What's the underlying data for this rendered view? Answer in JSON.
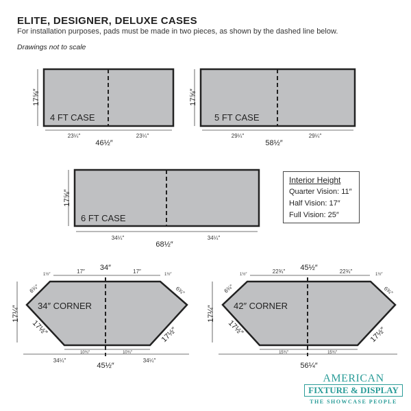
{
  "header": {
    "title": "ELITE, DESIGNER, DELUXE CASES",
    "subtitle": "For installation purposes, pads must be made in two pieces, as shown by the dashed line below.",
    "note": "Drawings not to scale"
  },
  "cases": [
    {
      "name": "4 FT CASE",
      "height": "17⅝″",
      "half": "23¼″",
      "total": "46½″"
    },
    {
      "name": "5 FT CASE",
      "height": "17⅝″",
      "half": "29¼″",
      "total": "58½″"
    },
    {
      "name": "6 FT CASE",
      "height": "17⅝″",
      "half": "34¼″",
      "total": "68½″"
    }
  ],
  "corners": [
    {
      "name": "34″ CORNER",
      "top_total": "34″",
      "top_half": "17″",
      "corner": "1½″",
      "side": "6¾″",
      "height": "17¼″",
      "diag": "17½″",
      "bottom_half": "10¾″",
      "bottom_side": "34¼″",
      "total": "45½″"
    },
    {
      "name": "42″ CORNER",
      "top_total": "45½″",
      "top_half": "22¾″",
      "corner": "1½″",
      "side": "6¾″",
      "height": "17¼″",
      "diag": "17½″",
      "bottom_half": "15¾″",
      "total": "56¼″"
    }
  ],
  "interior": {
    "title": "Interior Height",
    "items": [
      "Quarter Vision: 11″",
      "Half Vision: 17″",
      "Full Vision: 25″"
    ]
  },
  "logo": {
    "line1": "AMERICAN",
    "line2": "FIXTURE & DISPLAY",
    "line3": "THE SHOWCASE PEOPLE"
  },
  "colors": {
    "pad": "#bfc0c2",
    "brand": "#2a9c98"
  }
}
